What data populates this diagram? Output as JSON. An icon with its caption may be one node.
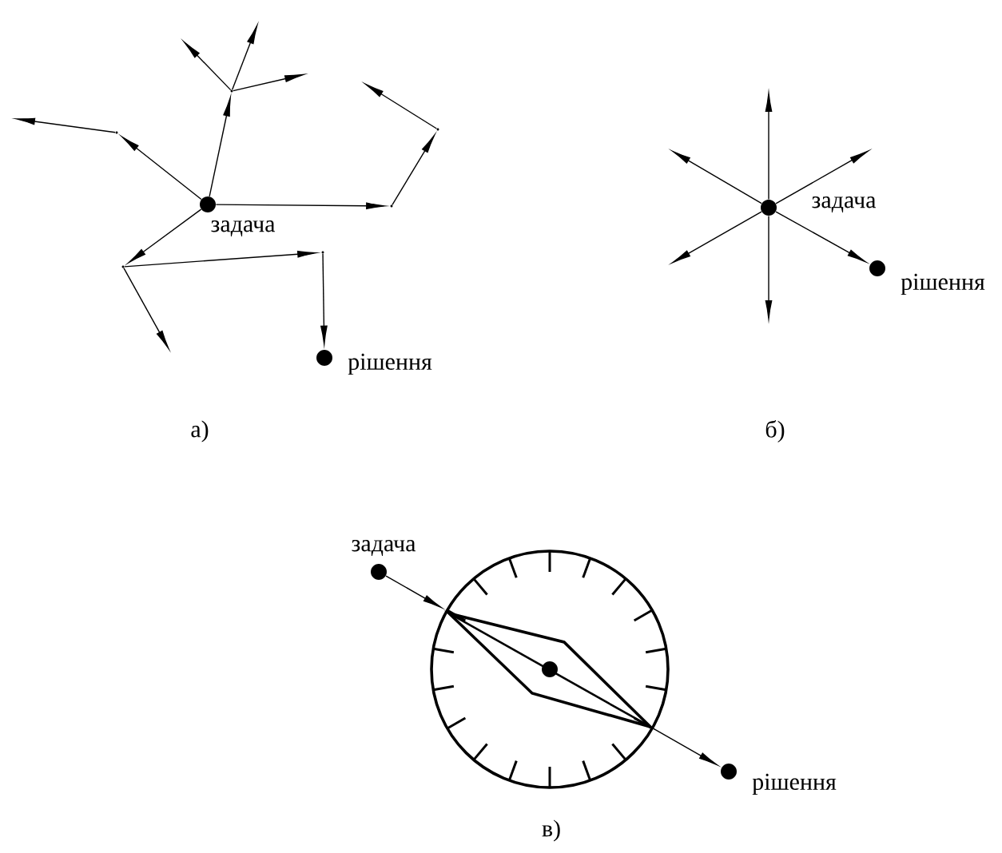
{
  "diagram": {
    "nodes": [
      {
        "text": [
          "задача"
        ]
      },
      {
        "text": [
          "рішення"
        ]
      },
      {
        "text": [],
        "shape": "point"
      },
      {
        "text": [],
        "shape": "point"
      },
      {
        "text": [],
        "shape": "point"
      },
      {
        "text": [],
        "shape": "point"
      },
      {
        "text": [],
        "shape": "point"
      },
      {
        "text": [],
        "shape": "point"
      },
      {
        "text": [
          "задача"
        ]
      },
      {
        "text": [
          "рішення"
        ]
      },
      {
        "text": [
          "задача"
        ]
      },
      {
        "text": [],
        "shape": "circle"
      },
      {
        "text": [
          "рішення"
        ]
      }
    ],
    "edges": [
      {
        "from": 0,
        "to": 2,
        "arrow": "to"
      },
      {
        "from": 2,
        "to": null,
        "arrow": "to"
      },
      {
        "from": 0,
        "to": 3,
        "arrow": "to"
      },
      {
        "from": 3,
        "to": null,
        "arrow": "to"
      },
      {
        "from": 3,
        "to": null,
        "arrow": "to"
      },
      {
        "from": 3,
        "to": null,
        "arrow": "to"
      },
      {
        "from": 0,
        "to": 4,
        "arrow": "to"
      },
      {
        "from": 4,
        "to": 5,
        "arrow": "to"
      },
      {
        "from": 5,
        "to": null,
        "arrow": "to"
      },
      {
        "from": 0,
        "to": 6,
        "arrow": "to"
      },
      {
        "from": 6,
        "to": 7,
        "arrow": "to"
      },
      {
        "from": 7,
        "to": 1,
        "arrow": "to"
      },
      {
        "from": 6,
        "to": null,
        "arrow": "to"
      },
      {
        "from": 8,
        "to": null,
        "arrow": "to"
      },
      {
        "from": 8,
        "to": null,
        "arrow": "to"
      },
      {
        "from": 8,
        "to": null,
        "arrow": "to"
      },
      {
        "from": 8,
        "to": null,
        "arrow": "to"
      },
      {
        "from": 8,
        "to": null,
        "arrow": "to"
      },
      {
        "from": 8,
        "to": 9,
        "arrow": "to"
      },
      {
        "from": 10,
        "to": 11,
        "arrow": "to"
      },
      {
        "from": 11,
        "to": 12,
        "arrow": "to"
      }
    ],
    "labels": [
      "а)",
      "б)",
      "в)"
    ]
  }
}
